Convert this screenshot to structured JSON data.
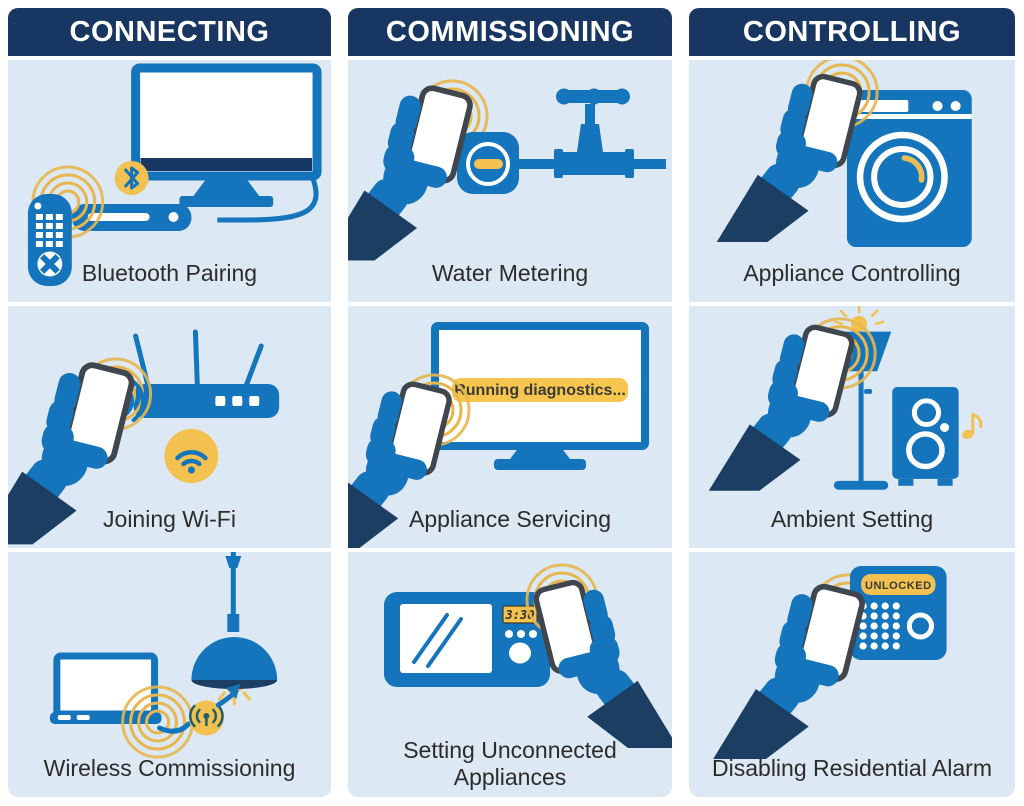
{
  "palette": {
    "header_navy": "#173661",
    "icon_blue": "#1474bc",
    "sleeve_navy": "#1d3e63",
    "cell_background": "#dce8f3",
    "badge_yellow": "#f2c14f",
    "wave_yellow": "#e7b64e",
    "label_text": "#2d2c2b",
    "phone_border": "#40464e",
    "antenna_teal": "#1e5f68"
  },
  "columns": [
    {
      "title": "CONNECTING",
      "cells": [
        {
          "label": "Bluetooth Pairing",
          "icons": [
            "tv-icon",
            "set-top-box-icon",
            "remote-control-icon",
            "bluetooth-icon",
            "signal-waves-icon"
          ]
        },
        {
          "label": "Joining Wi-Fi",
          "icons": [
            "router-icon",
            "wifi-icon",
            "phone-in-hand-icon",
            "signal-waves-icon"
          ]
        },
        {
          "label": "Wireless Commissioning",
          "icons": [
            "laptop-icon",
            "pendant-lamp-icon",
            "wireless-antenna-icon",
            "arrow-icon",
            "signal-waves-icon"
          ]
        }
      ]
    },
    {
      "title": "COMMISSIONING",
      "cells": [
        {
          "label": "Water Metering",
          "icons": [
            "water-meter-icon",
            "pipe-valve-icon",
            "phone-in-hand-icon",
            "signal-waves-icon"
          ]
        },
        {
          "label": "Appliance Servicing",
          "banner": "Running diagnostics...",
          "icons": [
            "monitor-icon",
            "phone-in-hand-icon",
            "signal-waves-icon"
          ]
        },
        {
          "label": "Setting Unconnected Appliances",
          "display": "3:30",
          "icons": [
            "microwave-icon",
            "phone-in-hand-icon",
            "signal-waves-icon"
          ]
        }
      ]
    },
    {
      "title": "CONTROLLING",
      "cells": [
        {
          "label": "Appliance Controlling",
          "icons": [
            "washing-machine-icon",
            "phone-in-hand-icon",
            "signal-waves-icon"
          ]
        },
        {
          "label": "Ambient Setting",
          "icons": [
            "floor-lamp-icon",
            "speaker-icon",
            "music-note-icon",
            "phone-in-hand-icon",
            "signal-waves-icon"
          ]
        },
        {
          "label": "Disabling Residential Alarm",
          "badge": "UNLOCKED",
          "icons": [
            "alarm-panel-icon",
            "phone-in-hand-icon",
            "signal-waves-icon"
          ]
        }
      ]
    }
  ]
}
